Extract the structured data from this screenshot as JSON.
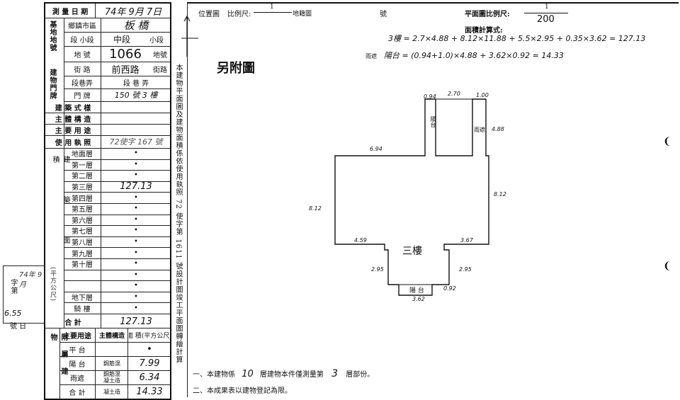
{
  "survey": {
    "date_label": "測 量 日 期",
    "date_value": "74年 9月 7日",
    "date_hand": "74",
    "district_label": "鄉鎮市區",
    "district_value": "板  橋",
    "section_label": "段 小段",
    "section_value": "中段",
    "subsection_suffix": "小段",
    "lot_label": "地  號",
    "lot_value": "1066",
    "lot_suffix": "地號",
    "street_label": "街  路",
    "street_value": "前西路",
    "street_suffix": "街路",
    "lane_label": "段巷弄",
    "lane_value": "段  巷  弄",
    "door_label": "門  牌",
    "door_value": "150 號 3 樓",
    "group_base": "基地地號",
    "group_door": "建物門牌",
    "style_label": "建 築 式 樣",
    "struct_label": "主 體 構 造",
    "use_label": "主 要 用 途",
    "license_label": "使 用 執 照",
    "license_value": "72使字 167 號",
    "area_group": "建 築 面 積",
    "floors": [
      "地面層",
      "第一層",
      "第二層",
      "第三層",
      "第四層",
      "第五層",
      "第六層",
      "第七層",
      "第八層",
      "第九層",
      "第十層",
      "",
      "",
      "地下層",
      "騎  樓"
    ],
    "floor3_value": "127.13",
    "total_label": "合     計",
    "total_value": "127.13",
    "unit_label": "(平方公尺)",
    "left_stamp": "字第",
    "left_stamp2": "號 日",
    "left_hand_a": "74年 9月",
    "left_hand_b": "6.55"
  },
  "attach": {
    "group": "附屬建物",
    "h_use": "主要用途",
    "h_struct": "主體構造",
    "h_area": "面 積(平方公尺)",
    "rows": [
      {
        "use": "平  台",
        "struct": "",
        "area": "•"
      },
      {
        "use": "陽  台",
        "struct": "鋼筋混",
        "area": "7.99"
      },
      {
        "use": "雨遮",
        "struct": "鋼筋混\n凝土造",
        "area": "6.34"
      },
      {
        "use": "合  計",
        "struct": "凝土造",
        "area": "14.33"
      }
    ]
  },
  "header": {
    "position_label": "位置圖",
    "scale_label": "比例尺:",
    "scale_num": "1",
    "cadastral_label": "地籍圖",
    "no_label": "號",
    "plan_scale_label": "平面圖比例尺:",
    "plan_scale_num": "1",
    "plan_scale_den": "200",
    "calc_label": "面積計算式:"
  },
  "formulas": {
    "line1": "3樓 = 2.7×4.88 + 8.12×11.88 + 5.5×2.95 + 0.35×3.62 = 127.13",
    "line2_prefix": "雨遮",
    "line2": "陽台 = (0.94+1.0)×4.88 + 3.62×0.92 = 14.33"
  },
  "plan": {
    "annex_title": "另附圖",
    "floor_label": "三樓",
    "balcony_top": "陽台",
    "canopy": "雨遮",
    "balcony_bottom": "陽 台",
    "dims": {
      "top_left": "0.94",
      "top_mid": "2.70",
      "top_right": "1.00",
      "right_upper": "4.88",
      "left_step": "6.94",
      "right_main": "8.12",
      "left_main": "8.12",
      "bottom_left": "4.59",
      "bottom_right": "3.67",
      "wing_left": "2.95",
      "wing_right": "2.95",
      "balcony_right": "0.92",
      "balcony_bottom": "3.62"
    }
  },
  "side_note": "本建物平面圖及建物面積係依使用執照 72 使字第 1611 號設計圖竣工平面圖轉繪計算",
  "notes": {
    "n1_a": "一、本建物係",
    "n1_num": "10",
    "n1_b": "層建物本件僅測量第",
    "n1_num2": "3",
    "n1_c": "層部份。",
    "n2": "二、本成果表以建物登記為限。"
  }
}
